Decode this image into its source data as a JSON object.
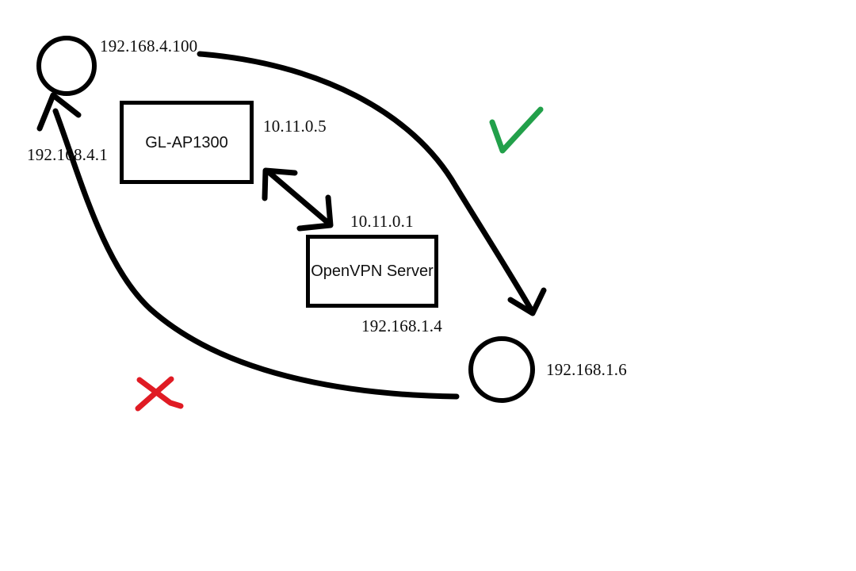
{
  "diagram": {
    "title": "OpenVPN network routing sketch",
    "background_color": "#ffffff",
    "ink_color": "#000000",
    "check_color": "#22a04a",
    "cross_color": "#e01b24",
    "nodes": {
      "client_circle": {
        "name": "client-host",
        "ip_label": "192.168.4.100"
      },
      "ap_box": {
        "name": "GL-AP1300",
        "label": "GL-AP1300",
        "vpn_ip_label": "10.11.0.5",
        "lan_ip_label": "192.168.4.1"
      },
      "vpn_box": {
        "name": "OpenVPN Server",
        "label": "OpenVPN Server",
        "vpn_ip_label": "10.11.0.1",
        "lan_ip_label": "192.168.1.4"
      },
      "remote_circle": {
        "name": "remote-host",
        "ip_label": "192.168.1.6"
      }
    },
    "annotations": {
      "check_mark": "check-mark-working-path",
      "cross_mark": "cross-mark-broken-path"
    },
    "connections": [
      {
        "from": "client-host",
        "to": "remote-host",
        "style": "curve-with-arrowhead",
        "status": "ok"
      },
      {
        "from": "remote-host",
        "to": "client-host",
        "style": "curve-with-arrowhead",
        "status": "blocked"
      },
      {
        "from": "GL-AP1300",
        "to": "OpenVPN Server",
        "style": "double-headed-arrow",
        "status": "tunnel"
      }
    ]
  }
}
